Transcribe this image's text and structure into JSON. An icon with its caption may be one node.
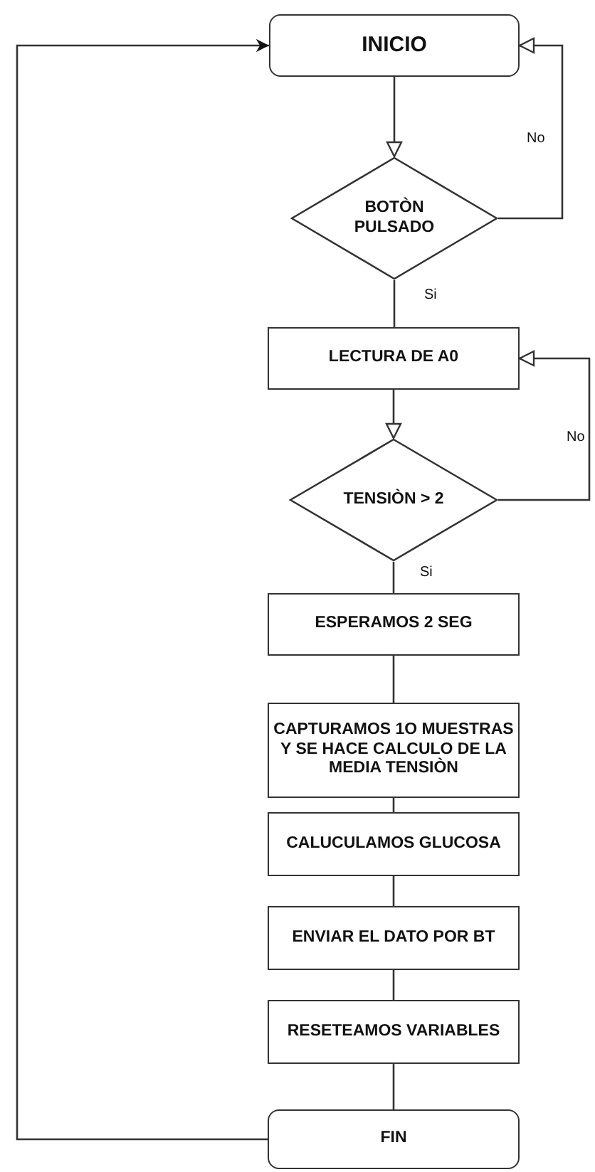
{
  "diagram": {
    "nodes": [
      {
        "text": [
          "INICIO"
        ]
      },
      {
        "text": [
          "BOTÒN PULSADO"
        ]
      },
      {
        "text": [
          "LECTURA DE A0"
        ]
      },
      {
        "text": [
          "TENSIÒN > 2"
        ]
      },
      {
        "text": [
          "ESPERAMOS 2 SEG"
        ]
      },
      {
        "text": [
          "CAPTURAMOS 1O MUESTRAS Y SE HACE CALCULO DE LA MEDIA TENSIÒN"
        ]
      },
      {
        "text": [
          "CALUCULAMOS GLUCOSA"
        ]
      },
      {
        "text": [
          "ENVIAR EL DATO POR BT"
        ]
      },
      {
        "text": [
          "RESETEAMOS VARIABLES"
        ]
      },
      {
        "text": [
          "FIN"
        ]
      }
    ],
    "edges": [
      {
        "from": 0,
        "to": 1,
        "arrow": "to"
      },
      {
        "from": 1,
        "to": 0,
        "arrow": "to",
        "label": "No"
      },
      {
        "from": 1,
        "to": 2,
        "arrow": "none",
        "label": "Si"
      },
      {
        "from": 2,
        "to": 3,
        "arrow": "to"
      },
      {
        "from": 3,
        "to": 2,
        "arrow": "to",
        "label": "No"
      },
      {
        "from": 3,
        "to": 4,
        "arrow": "none",
        "label": "Si"
      },
      {
        "from": 4,
        "to": 5,
        "arrow": "none"
      },
      {
        "from": 5,
        "to": 6,
        "arrow": "none"
      },
      {
        "from": 6,
        "to": 7,
        "arrow": "none"
      },
      {
        "from": 7,
        "to": 8,
        "arrow": "none"
      },
      {
        "from": 8,
        "to": 9,
        "arrow": "none"
      },
      {
        "from": 9,
        "to": 0,
        "arrow": "to"
      }
    ]
  }
}
